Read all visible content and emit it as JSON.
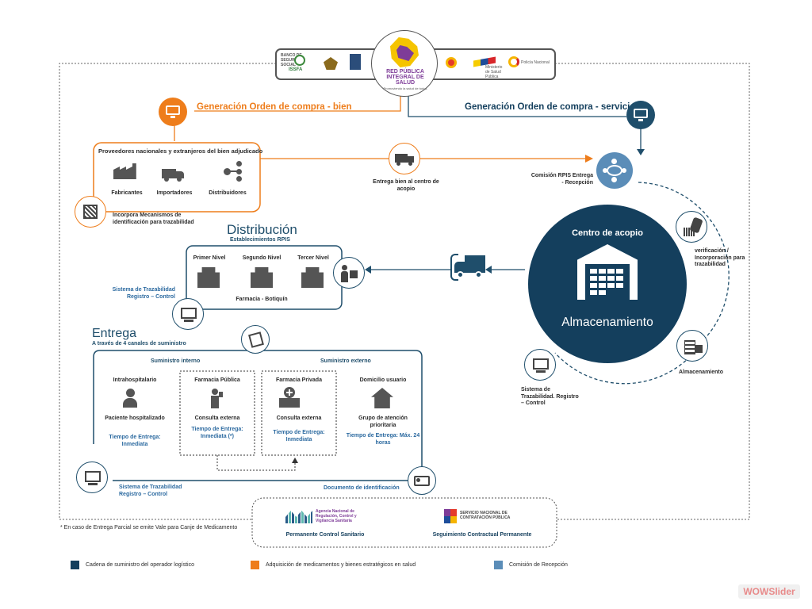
{
  "header": {
    "logo_main": "RED PÚBLICA INTEGRAL DE SALUD",
    "logo_main_sub": "Promoviendo la salud de todos",
    "left_logo_1": "BANCO DE SEGURIDAD SOCIAL",
    "left_logo_1b": "ISSFA",
    "right_logo_2": "Ministerio de Salud Pública",
    "right_logo_3": "Policía Nacional"
  },
  "orange_flow": {
    "title": "Generación Orden de compra - bien"
  },
  "blue_flow": {
    "title": "Generación Orden de compra - servicio"
  },
  "providers": {
    "title": "Proveedores nacionales y extranjeros del bien adjudicado",
    "items": [
      "Fabricantes",
      "Importadores",
      "Distribuidores"
    ],
    "traceability": "Incorpora Mecanismos de identificación para trazabilidad"
  },
  "delivery_to_center": "Entrega bien al centro de acopio",
  "commission": "Comisión RPIS Entrega - Recepción",
  "center": {
    "title": "Centro de acopio",
    "storage": "Almacenamiento"
  },
  "verification": "verificación / Incorporación para trazabilidad",
  "storage_label": "Almacenamiento",
  "system_center": "Sistema de Trazabilidad. Registro – Control",
  "distribution": {
    "title": "Distribución",
    "subtitle": "Establecimientos RPIS",
    "levels": [
      "Primer Nivel",
      "Segundo Nivel",
      "Tercer Nivel"
    ],
    "pharmacy": "Farmacia - Botiquín",
    "system": "Sistema de Trazabilidad Registro – Control"
  },
  "delivery": {
    "title": "Entrega",
    "subtitle": "A través de 4 canales de suministro",
    "internal": "Suministro interno",
    "external": "Suministro externo",
    "channels": [
      {
        "name": "Intrahospitalario",
        "desc": "Paciente hospitalizado",
        "time": "Tiempo de Entrega: Inmediata"
      },
      {
        "name": "Farmacia Pública",
        "desc": "Consulta externa",
        "time": "Tiempo de Entrega: Inmediata (*)"
      },
      {
        "name": "Farmacia Privada",
        "desc": "Consulta externa",
        "time": "Tiempo de Entrega: Inmediata"
      },
      {
        "name": "Domicilio usuario",
        "desc": "Grupo de atención prioritaria",
        "time": "Tiempo de Entrega: Máx. 24 horas"
      }
    ],
    "system": "Sistema de Trazabilidad Registro – Control",
    "id_doc": "Documento de identificación"
  },
  "footnote": "* En caso de Entrega Parcial se emite Vale para Canje de Medicamento",
  "control": {
    "agency_1": "Agencia Nacional de Regulación, Control y Vigilancia Sanitaria",
    "agency_1_label": "Permanente Control Sanitario",
    "agency_2": "SERVICIO NACIONAL DE CONTRATACIÓN PÚBLICA",
    "agency_2_label": "Seguimiento Contractual Permanente"
  },
  "legend": [
    {
      "label": "Cadena de suministro del operador logístico",
      "color": "#143f5d"
    },
    {
      "label": "Adquisición de medicamentos y bienes estratégicos en salud",
      "color": "#ee7d1b"
    },
    {
      "label": "Comisión de Recepción",
      "color": "#5b8db8"
    }
  ],
  "watermark": "WOWSlider",
  "colors": {
    "orange": "#ee7d1b",
    "navy": "#143f5d",
    "blue": "#1f4e6b",
    "light_blue": "#5b8db8"
  }
}
